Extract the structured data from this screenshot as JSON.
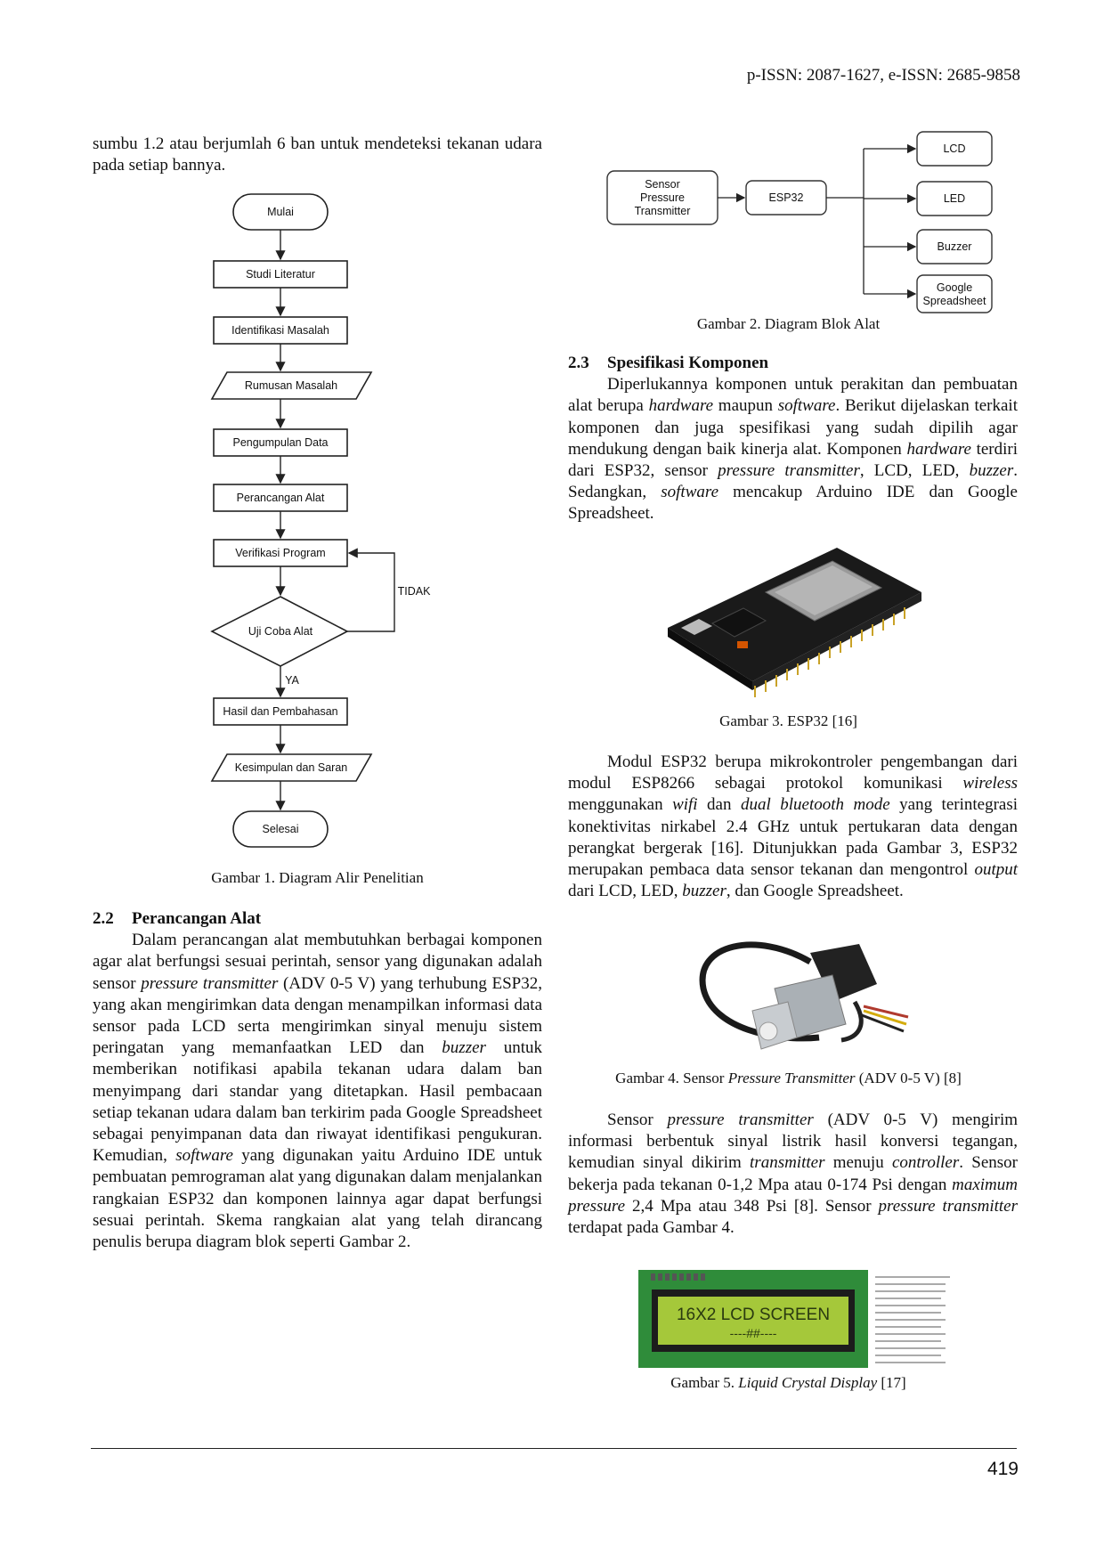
{
  "header": {
    "issn": "p-ISSN: 2087-1627, e-ISSN: 2685-9858"
  },
  "left": {
    "intro": "sumbu 1.2 atau berjumlah 6 ban untuk mendeteksi tekanan udara pada setiap bannya.",
    "flow": {
      "start": "Mulai",
      "s1": "Studi Literatur",
      "s2": "Identifikasi Masalah",
      "s3": "Rumusan Masalah",
      "s4": "Pengumpulan Data",
      "s5": "Perancangan Alat",
      "s6": "Verifikasi Program",
      "decision": "Uji Coba Alat",
      "no": "TIDAK",
      "yes": "YA",
      "s7": "Hasil dan Pembahasan",
      "s8": "Kesimpulan dan Saran",
      "end": "Selesai"
    },
    "fig1_caption": "Gambar 1. Diagram Alir Penelitian",
    "sec22_num": "2.2",
    "sec22_title": "Perancangan Alat",
    "p22_a": "Dalam perancangan alat membutuhkan berbagai komponen agar  alat berfungsi sesuai perintah, sensor yang digunakan adalah sensor ",
    "p22_a_i": "pressure transmitter",
    "p22_b": " (ADV 0-5 V) yang terhubung ESP32, yang akan mengirimkan data dengan menampilkan informasi data sensor pada LCD serta mengirimkan sinyal menuju sistem peringatan yang memanfaatkan LED dan ",
    "p22_b_i": "buzzer",
    "p22_c": " untuk memberikan notifikasi apabila tekanan udara dalam ban menyimpang dari standar yang ditetapkan. Hasil pembacaan setiap tekanan udara dalam ban terkirim pada Google Spreadsheet sebagai penyimpanan data dan riwayat identifikasi pengukuran. Kemudian, ",
    "p22_c_i": "software",
    "p22_d": " yang digunakan yaitu Arduino IDE untuk  pembuatan pemrograman alat yang digunakan dalam menjalankan rangkaian ESP32 dan komponen lainnya agar dapat berfungsi sesuai perintah. Skema rangkaian alat yang telah dirancang penulis berupa diagram blok seperti Gambar 2."
  },
  "right": {
    "block": {
      "sensor1": "Sensor",
      "sensor2": "Pressure",
      "sensor3": "Transmitter",
      "esp": "ESP32",
      "lcd": "LCD",
      "led": "LED",
      "buzzer": "Buzzer",
      "gs1": "Google",
      "gs2": "Spreadsheet"
    },
    "fig2_caption": "Gambar 2. Diagram Blok Alat",
    "sec23_num": "2.3",
    "sec23_title": "Spesifikasi Komponen",
    "p23_a": "Diperlukannya komponen untuk perakitan dan pembuatan alat berupa ",
    "p23_a_i": "hardware",
    "p23_b": " maupun ",
    "p23_b_i": "software",
    "p23_c": ". Berikut dijelaskan terkait komponen dan juga spesifikasi yang sudah dipilih agar mendukung dengan baik kinerja alat. Komponen ",
    "p23_c_i": "hardware",
    "p23_d": " terdiri dari ESP32, sensor ",
    "p23_d_i": "pressure transmitter",
    "p23_e": ", LCD, LED, ",
    "p23_e_i": "buzzer",
    "p23_f": ". Sedangkan, ",
    "p23_f_i": "software",
    "p23_g": " mencakup Arduino IDE dan Google Spreadsheet.",
    "fig3_caption": "Gambar 3. ESP32 [16]",
    "p_esp_a": "Modul ESP32 berupa mikrokontroler pengembangan dari modul ESP8266 sebagai protokol komunikasi ",
    "p_esp_a_i": "wireless",
    "p_esp_b": " menggunakan ",
    "p_esp_b_i": "wifi",
    "p_esp_c": " dan ",
    "p_esp_c_i": "dual bluetooth mode",
    "p_esp_d": " yang terintegrasi konektivitas nirkabel 2.4 GHz untuk pertukaran data dengan perangkat bergerak [16]. Ditunjukkan pada Gambar 3, ESP32 merupakan pembaca data sensor tekanan dan mengontrol ",
    "p_esp_d_i": "output",
    "p_esp_e": " dari LCD, LED, ",
    "p_esp_e_i": "buzzer",
    "p_esp_f": ", dan Google Spreadsheet.",
    "fig4_caption_a": "Gambar 4. Sensor ",
    "fig4_caption_i": "Pressure Transmitter",
    "fig4_caption_b": " (ADV 0-5 V) [8]",
    "p_s_a": "Sensor ",
    "p_s_a_i": "pressure transmitter",
    "p_s_b": " (ADV 0-5 V) mengirim informasi berbentuk sinyal listrik hasil konversi tegangan, kemudian sinyal dikirim ",
    "p_s_b_i": "transmitter",
    "p_s_c": " menuju ",
    "p_s_c_i": "controller",
    "p_s_d": ". Sensor bekerja pada tekanan 0-1,2 Mpa atau 0-174 Psi dengan ",
    "p_s_d_i": "maximum pressure",
    "p_s_e": " 2,4 Mpa atau 348 Psi [8]. Sensor ",
    "p_s_e_i": "pressure transmitter",
    "p_s_f": " terdapat pada Gambar 4.",
    "lcd_screen_l1": "16X2 LCD SCREEN",
    "lcd_screen_l2": "----##----",
    "fig5_caption_a": "Gambar 5. ",
    "fig5_caption_i": "Liquid Crystal Display",
    "fig5_caption_b": " [17]"
  },
  "footer": {
    "page": "419"
  }
}
